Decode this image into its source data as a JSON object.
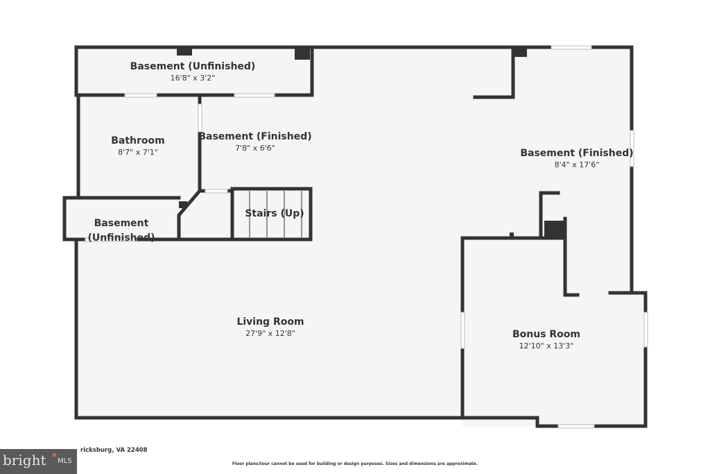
{
  "rooms": [
    {
      "name": "Basement (Unfinished)",
      "dim": "16'8\" x 3'2\""
    },
    {
      "name": "Bathroom",
      "dim": "8'7\" x 7'1\""
    },
    {
      "name": "Basement (Finished)",
      "dim": "7'8\" x 6'6\""
    },
    {
      "name": "Basement (Finished)",
      "dim": "8'4\" x 17'6\""
    },
    {
      "name": "Basement\n(Unfinished)",
      "dim": ""
    },
    {
      "name": "Stairs (Up)",
      "dim": ""
    },
    {
      "name": "Living Room",
      "dim": "27'9\" x 12'8\""
    },
    {
      "name": "Bonus Room",
      "dim": "12'10\" x 13'3\""
    }
  ],
  "footer": {
    "address": "ricksburg, VA 22408",
    "disclaimer": "Floor plans/tour cannot be used for building or design purposes. Sizes and dimensions are approximate.",
    "logo_text": "bright MLS"
  },
  "colors": {
    "wall": "#333333",
    "floor": "#f5f5f5",
    "logo_bg": "#5a5a5a",
    "logo_accent": "#e0623a"
  }
}
